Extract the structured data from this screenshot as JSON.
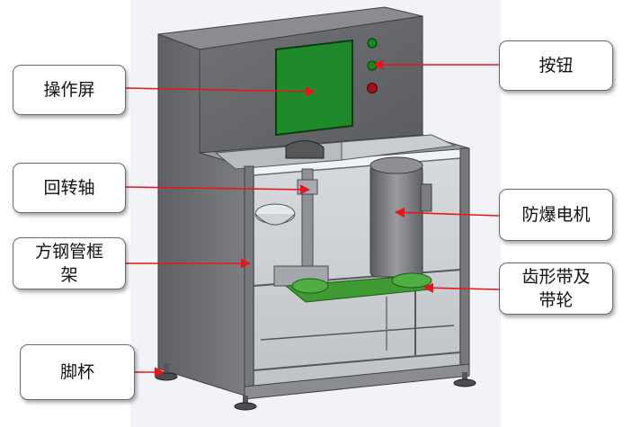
{
  "colors": {
    "cabinet": "#6f7174",
    "screen": "#1f8a2a",
    "belt": "#3f9a34",
    "arrow": "#e8161b",
    "button_green": "#138a1e",
    "button_red": "#a0101c"
  },
  "labels": {
    "screen": "操作屏",
    "buttons": "按钮",
    "shaft": "回转轴",
    "motor": "防爆电机",
    "frame": "方钢管框\n架",
    "belt": "齿形带及\n带轮",
    "feet": "脚杯"
  }
}
